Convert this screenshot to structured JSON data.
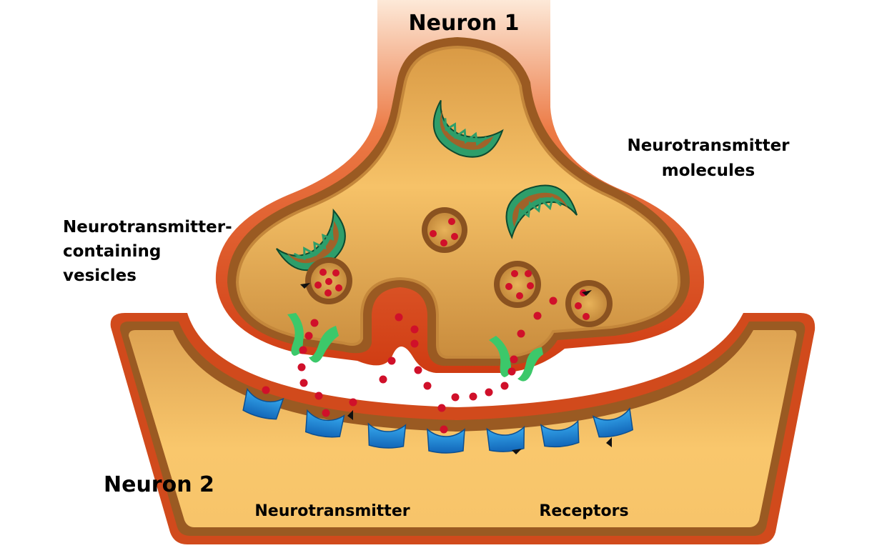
{
  "labels": {
    "neuron1": "Neuron 1",
    "neuron2": "Neuron 2",
    "molecules_line1": "Neurotransmitter",
    "molecules_line2": "molecules",
    "vesicles_line1": "Neurotransmitter-",
    "vesicles_line2": "containing",
    "vesicles_line3": "vesicles",
    "neurotransmitter": "Neurotransmitter",
    "receptors": "Receptors"
  },
  "colors": {
    "cell_fill": "#e8a84a",
    "cell_outline": "#8b4a1c",
    "membrane_red": "#d2451a",
    "mitochondria_outer": "#2e9e6a",
    "mitochondria_inner": "#a0622a",
    "vesicle_ring": "#8a5220",
    "molecule": "#d0102a",
    "receptor": "#1e8ad6",
    "transporter": "#3cc86a"
  },
  "icons": [
    "mitochondrion-icon",
    "vesicle-icon",
    "receptor-icon",
    "transporter-icon",
    "molecule-icon",
    "arrow-icon"
  ]
}
